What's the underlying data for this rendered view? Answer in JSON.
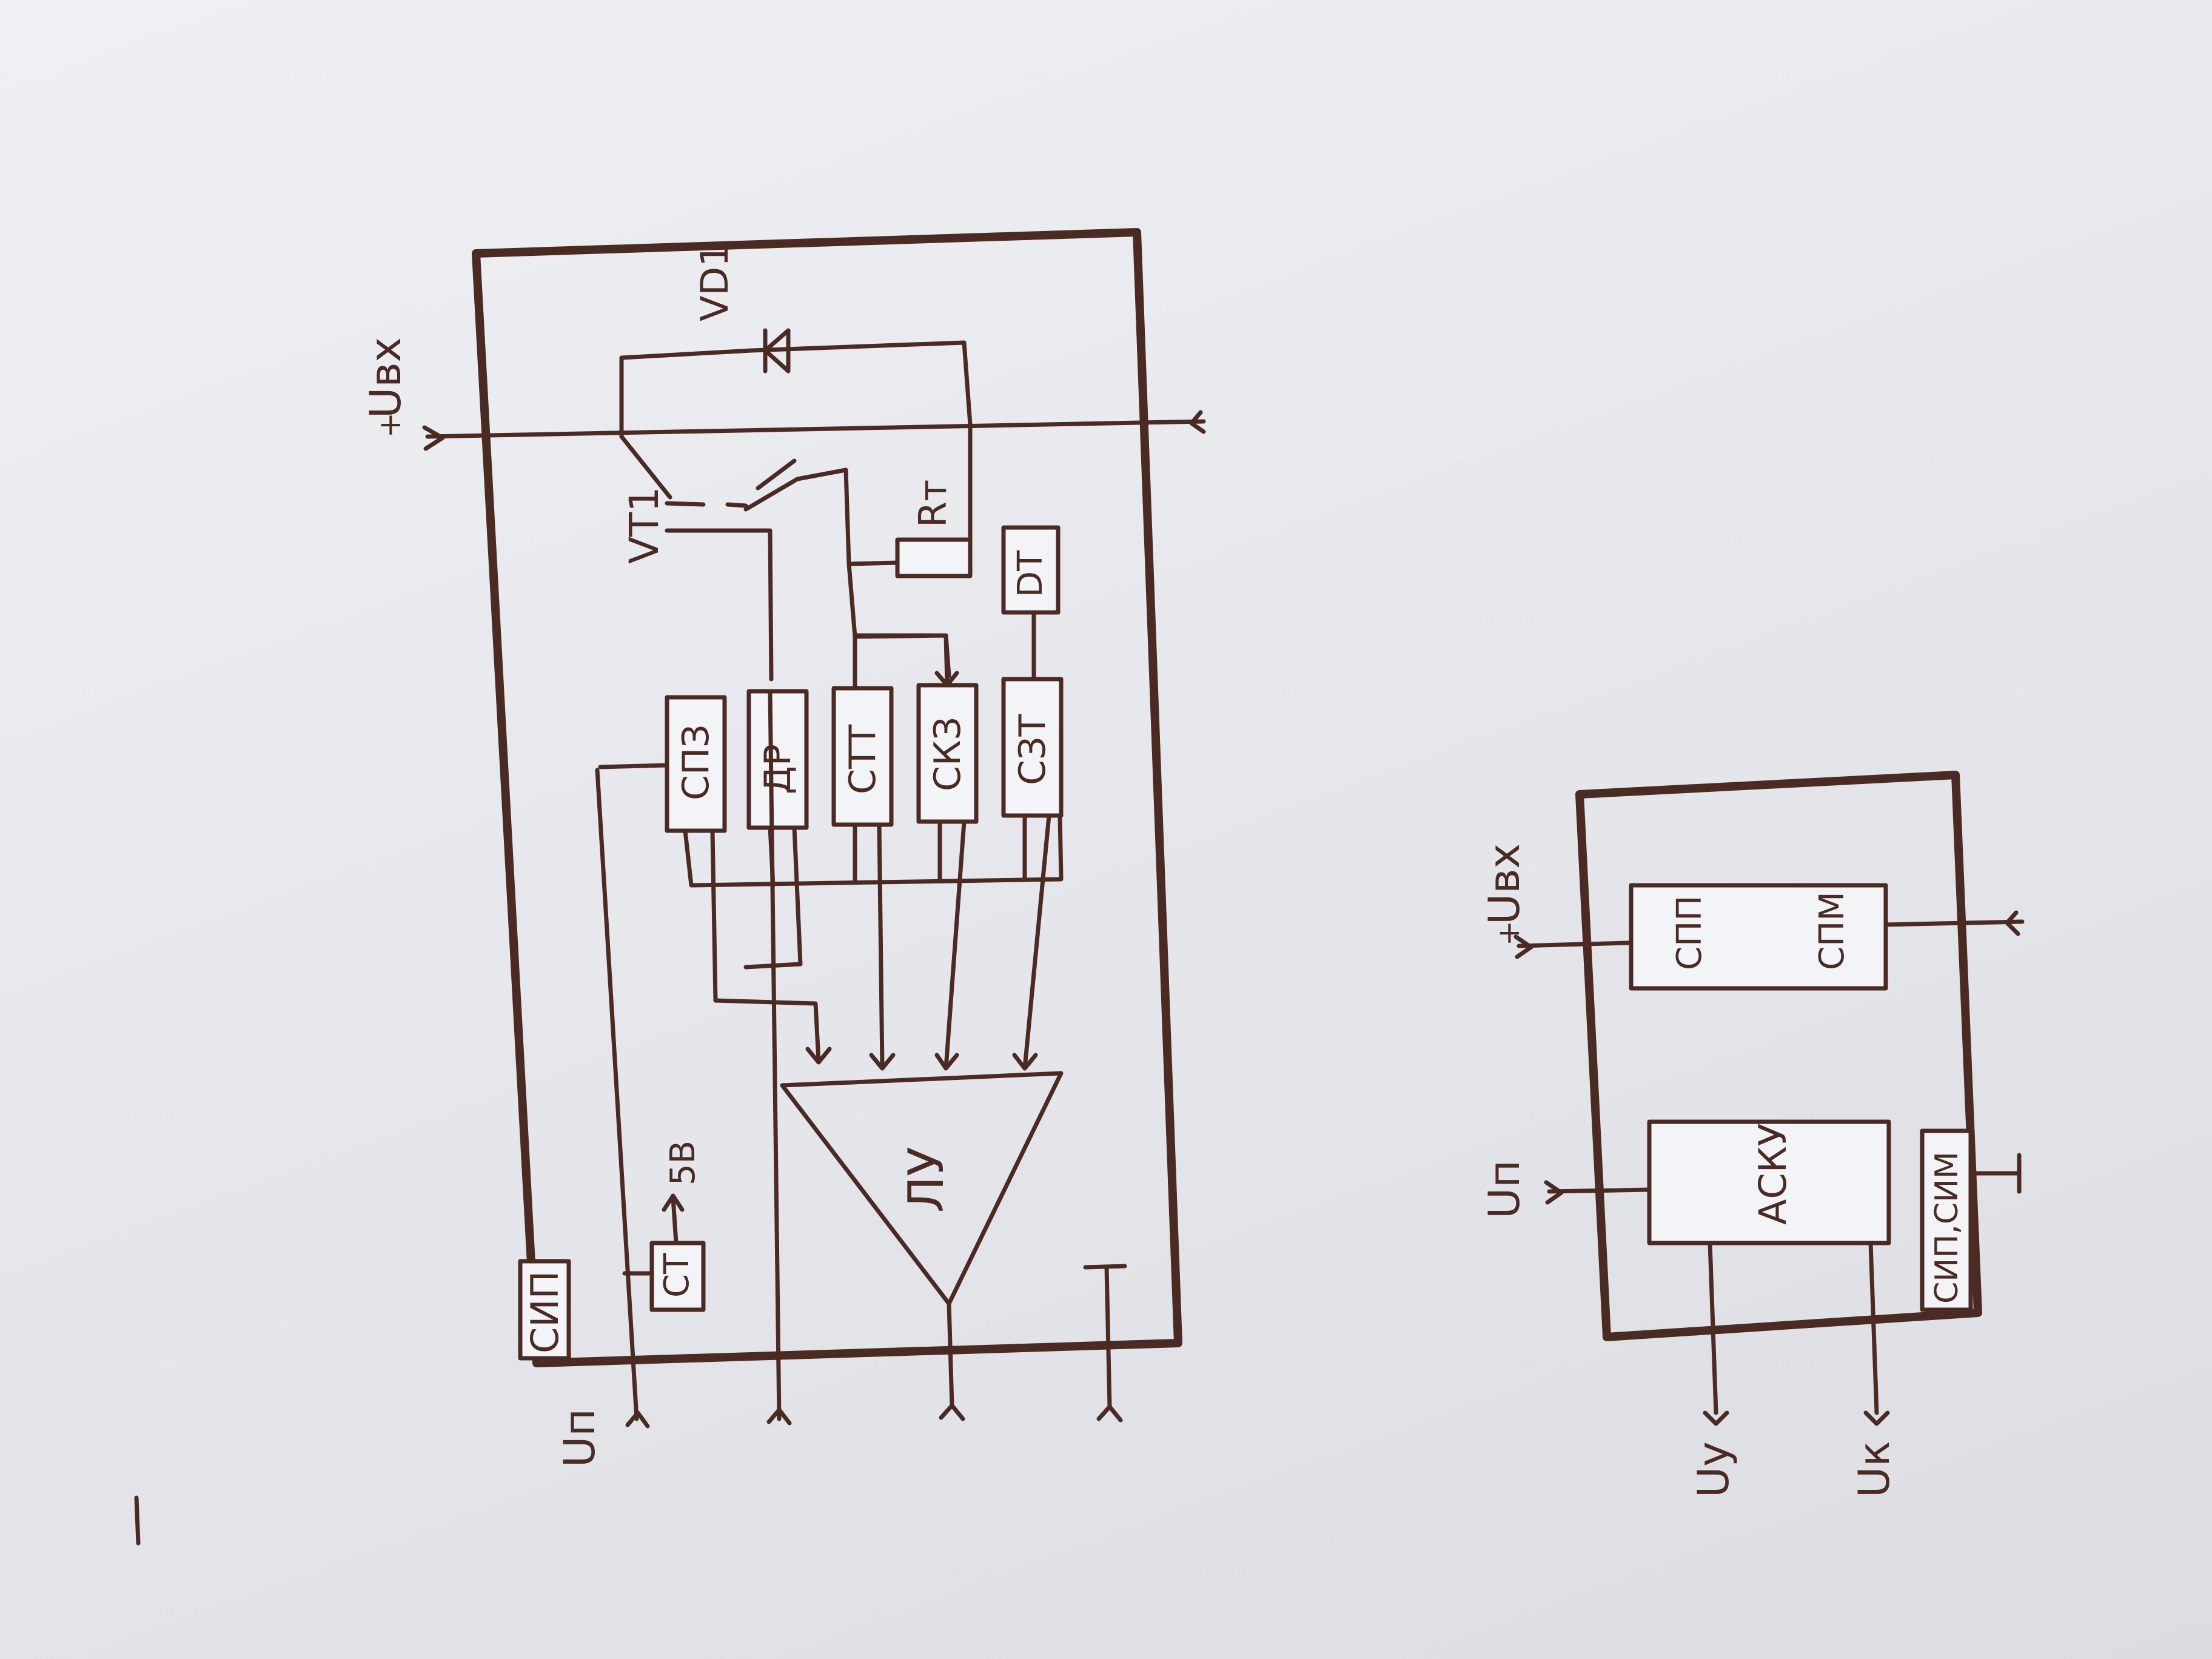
{
  "left_diagram": {
    "stamp_label": "СИП",
    "input_label": "Uвх",
    "input_sign": "+",
    "transistor_label": "VT1",
    "diode_label": "VD1",
    "resistor_label": "Rт",
    "dt_label": "DT",
    "blocks": [
      "СПЗ",
      "ДР",
      "СТТ",
      "СКЗ",
      "СЗТ"
    ],
    "logic_label": "ЛУ",
    "stabilizer_label": "СТ",
    "voltage_label": "5В",
    "supply_label": "Uп"
  },
  "right_diagram": {
    "input_label": "Uвх",
    "input_sign": "+",
    "spp_label": "СПП",
    "spm_label": "СПМ",
    "asku_label": "АСКУ",
    "sip_label": "СИП,СИМ",
    "supply_label": "Uп",
    "out1_label": "Uу",
    "out2_label": "Uк"
  },
  "colors": {
    "ink": "#4a2a22",
    "paper": "#e8eaee"
  }
}
